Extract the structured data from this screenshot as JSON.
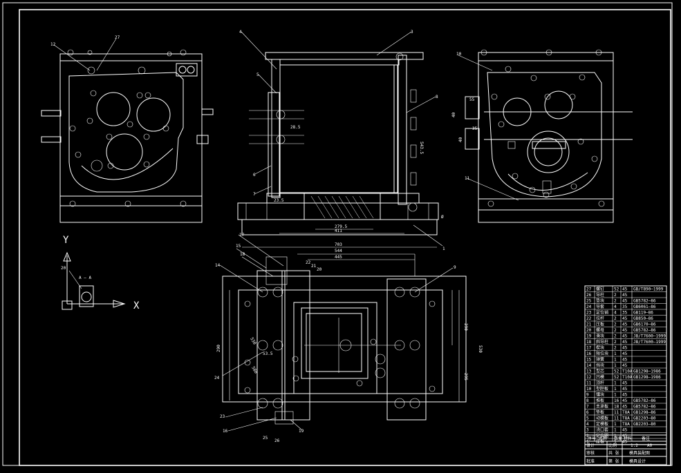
{
  "colors": {
    "background": "#000000",
    "line": "#ffffff"
  },
  "axes": {
    "y_label": "Y",
    "x_label": "X"
  },
  "section_label": "A — A",
  "balloons": {
    "top_left_view": [
      "12",
      "27"
    ],
    "front_section": [
      "4",
      "3",
      "5",
      "6",
      "7",
      "8",
      "1"
    ],
    "right_view": [
      "10",
      "11"
    ],
    "plan_view": [
      "17",
      "15",
      "18",
      "14",
      "22",
      "21",
      "20",
      "9",
      "13",
      "24",
      "23",
      "16",
      "25",
      "26",
      "19"
    ]
  },
  "dimensions": {
    "front_section": [
      "28.5",
      "543.5",
      "279.5",
      "411",
      "703",
      "544",
      "445",
      "23.5",
      "Ø"
    ],
    "right_view": [
      "55",
      "40",
      "35",
      "40"
    ],
    "plan_view": [
      "290",
      "530",
      "295",
      "290",
      "53.5",
      "530",
      "580"
    ]
  },
  "bom": {
    "rows": [
      [
        "27",
        "螺钉",
        "52",
        "45",
        "GB/T890—1999"
      ],
      [
        "26",
        "导柱",
        "2",
        "45",
        ""
      ],
      [
        "25",
        "垫块",
        "2",
        "45",
        "GB5782—86"
      ],
      [
        "24",
        "导套",
        "4",
        "35",
        "GB6061—86"
      ],
      [
        "23",
        "定位销",
        "4",
        "35",
        "GB119—86"
      ],
      [
        "22",
        "拉杆",
        "2",
        "45",
        "GB850—86"
      ],
      [
        "21",
        "压板",
        "2",
        "45",
        "GB6170—86"
      ],
      [
        "20",
        "螺母",
        "2",
        "45",
        "GB5782—86"
      ],
      [
        "19",
        "滑块",
        "2",
        "45",
        "JB/T7600—1999"
      ],
      [
        "18",
        "斜导柱",
        "2",
        "45",
        "JB/T7600—1999"
      ],
      [
        "17",
        "楔块",
        "2",
        "45",
        ""
      ],
      [
        "16",
        "限位块",
        "1",
        "45",
        ""
      ],
      [
        "15",
        "弹簧",
        "1",
        "45",
        ""
      ],
      [
        "14",
        "挡块",
        "1",
        "45",
        ""
      ],
      [
        "13",
        "型芯",
        "52",
        "T10A",
        "GB1298—1986"
      ],
      [
        "12",
        "凹模",
        "52",
        "T10A",
        "GB1298—1986"
      ],
      [
        "11",
        "顶杆",
        "1",
        "45",
        ""
      ],
      [
        "10",
        "型腔板",
        "1",
        "45",
        ""
      ],
      [
        "9",
        "镶块",
        "1",
        "45",
        ""
      ],
      [
        "8",
        "推板",
        "16",
        "45",
        "GB5782—86"
      ],
      [
        "7",
        "支承板",
        "18",
        "45",
        "GB5782—86"
      ],
      [
        "6",
        "垫板",
        "11",
        "T8A",
        "GB1298—86"
      ],
      [
        "5",
        "动模板",
        "11",
        "T8A",
        "GB2203—80"
      ],
      [
        "4",
        "定模板",
        "1",
        "T8A",
        "GB2203—80"
      ],
      [
        "3",
        "浇口套",
        "1",
        "45",
        ""
      ],
      [
        "2",
        "定位圈",
        "1",
        "45",
        ""
      ],
      [
        "1",
        "座板",
        "1",
        "45",
        ""
      ]
    ],
    "header": [
      "序号",
      "名称",
      "数量",
      "材料",
      "备注"
    ],
    "title_block": {
      "title": "模具装配图",
      "sheet": "1:2",
      "sheet2": "A0",
      "rows": [
        [
          "设计",
          "",
          "比例"
        ],
        [
          "审核",
          "",
          "共 张"
        ],
        [
          "批准",
          "",
          "第 张"
        ]
      ],
      "school": "模具设计"
    }
  }
}
